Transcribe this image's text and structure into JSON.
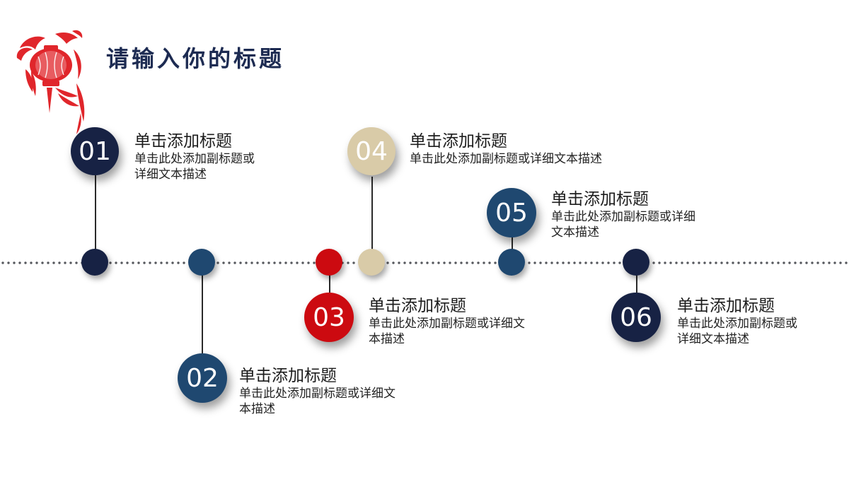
{
  "slide": {
    "title": "请输入你的标题"
  },
  "colors": {
    "navy": "#172244",
    "blue": "#1f4870",
    "red": "#cc0a10",
    "beige": "#d9cba8",
    "title": "#1d2b52"
  },
  "decoration": {
    "icon": "lantern-papercut-icon",
    "color": "#e0262b"
  },
  "items": [
    {
      "number": "01",
      "title": "单击添加标题",
      "desc_lines": [
        "单击此处添加副标题或",
        "详细文本描述"
      ],
      "color": "navy"
    },
    {
      "number": "02",
      "title": "单击添加标题",
      "desc_lines": [
        "单击此处添加副标题或详细文",
        "本描述"
      ],
      "color": "blue"
    },
    {
      "number": "03",
      "title": "单击添加标题",
      "desc_lines": [
        "单击此处添加副标题或详细文",
        "本描述"
      ],
      "color": "red"
    },
    {
      "number": "04",
      "title": "单击添加标题",
      "desc_lines": [
        "单击此处添加副标题或详细文本描述"
      ],
      "color": "beige"
    },
    {
      "number": "05",
      "title": "单击添加标题",
      "desc_lines": [
        "单击此处添加副标题或详细",
        "文本描述"
      ],
      "color": "blue"
    },
    {
      "number": "06",
      "title": "单击添加标题",
      "desc_lines": [
        "单击此处添加副标题或",
        "详细文本描述"
      ],
      "color": "navy"
    }
  ]
}
